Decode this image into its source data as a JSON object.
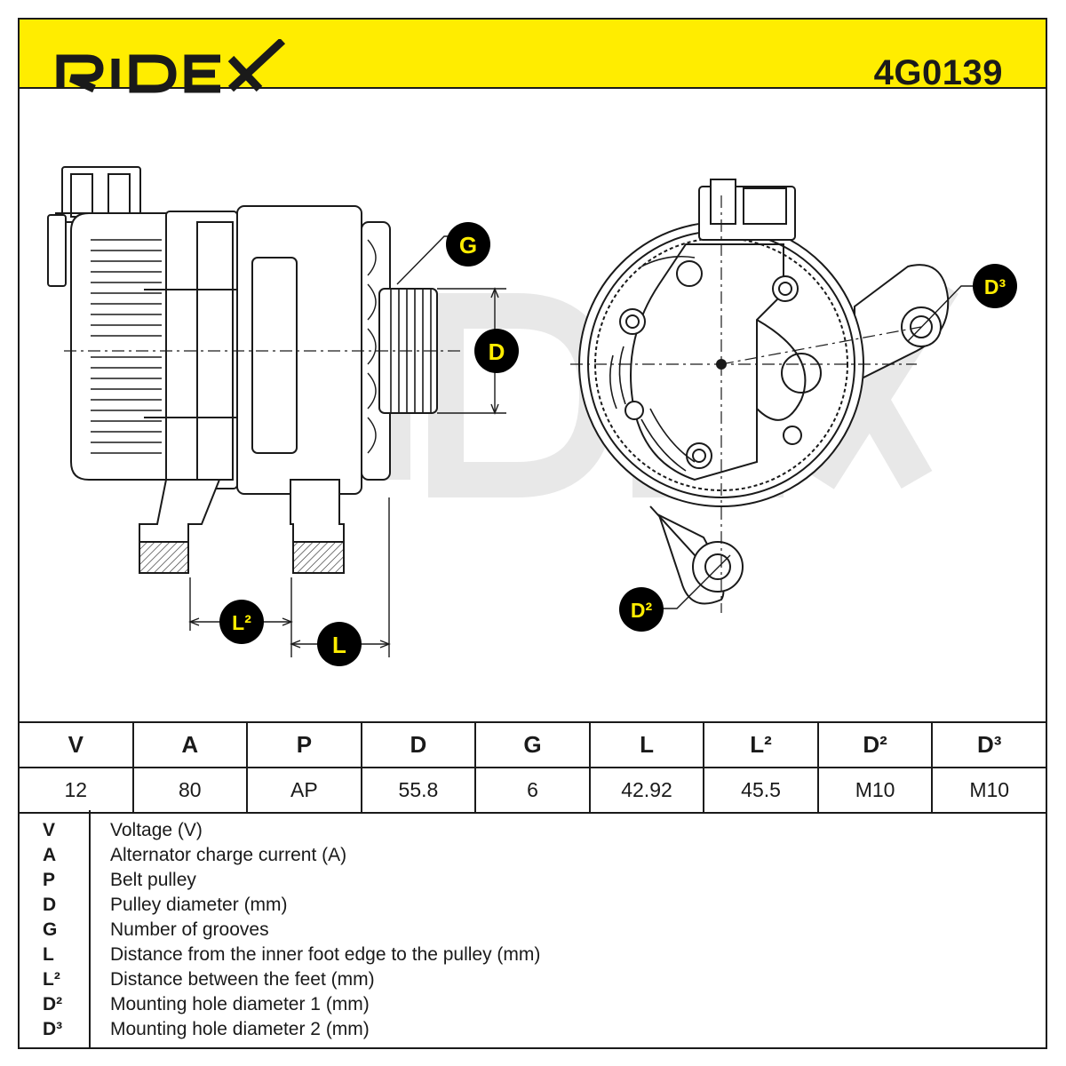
{
  "header": {
    "brand": "RIDEX",
    "part_number": "4G0139",
    "background_color": "#ffed00"
  },
  "diagram": {
    "labels": {
      "G": "G",
      "D": "D",
      "D3": "D³",
      "D2": "D²",
      "L": "L",
      "L2": "L²"
    },
    "watermark": "RIDEX",
    "badge_fill": "#000000",
    "badge_text_color": "#ffed00"
  },
  "specs": {
    "columns": [
      "V",
      "A",
      "P",
      "D",
      "G",
      "L",
      "L²",
      "D²",
      "D³"
    ],
    "values": [
      "12",
      "80",
      "AP",
      "55.8",
      "6",
      "42.92",
      "45.5",
      "M10",
      "M10"
    ]
  },
  "legend": [
    {
      "key": "V",
      "desc": "Voltage (V)"
    },
    {
      "key": "A",
      "desc": "Alternator charge current (A)"
    },
    {
      "key": "P",
      "desc": "Belt pulley"
    },
    {
      "key": "D",
      "desc": "Pulley diameter (mm)"
    },
    {
      "key": "G",
      "desc": "Number of grooves"
    },
    {
      "key": "L",
      "desc": "Distance from the inner foot edge to the pulley (mm)"
    },
    {
      "key": "L²",
      "desc": "Distance between the feet (mm)"
    },
    {
      "key": "D²",
      "desc": "Mounting hole diameter 1 (mm)"
    },
    {
      "key": "D³",
      "desc": "Mounting hole diameter 2 (mm)"
    }
  ]
}
